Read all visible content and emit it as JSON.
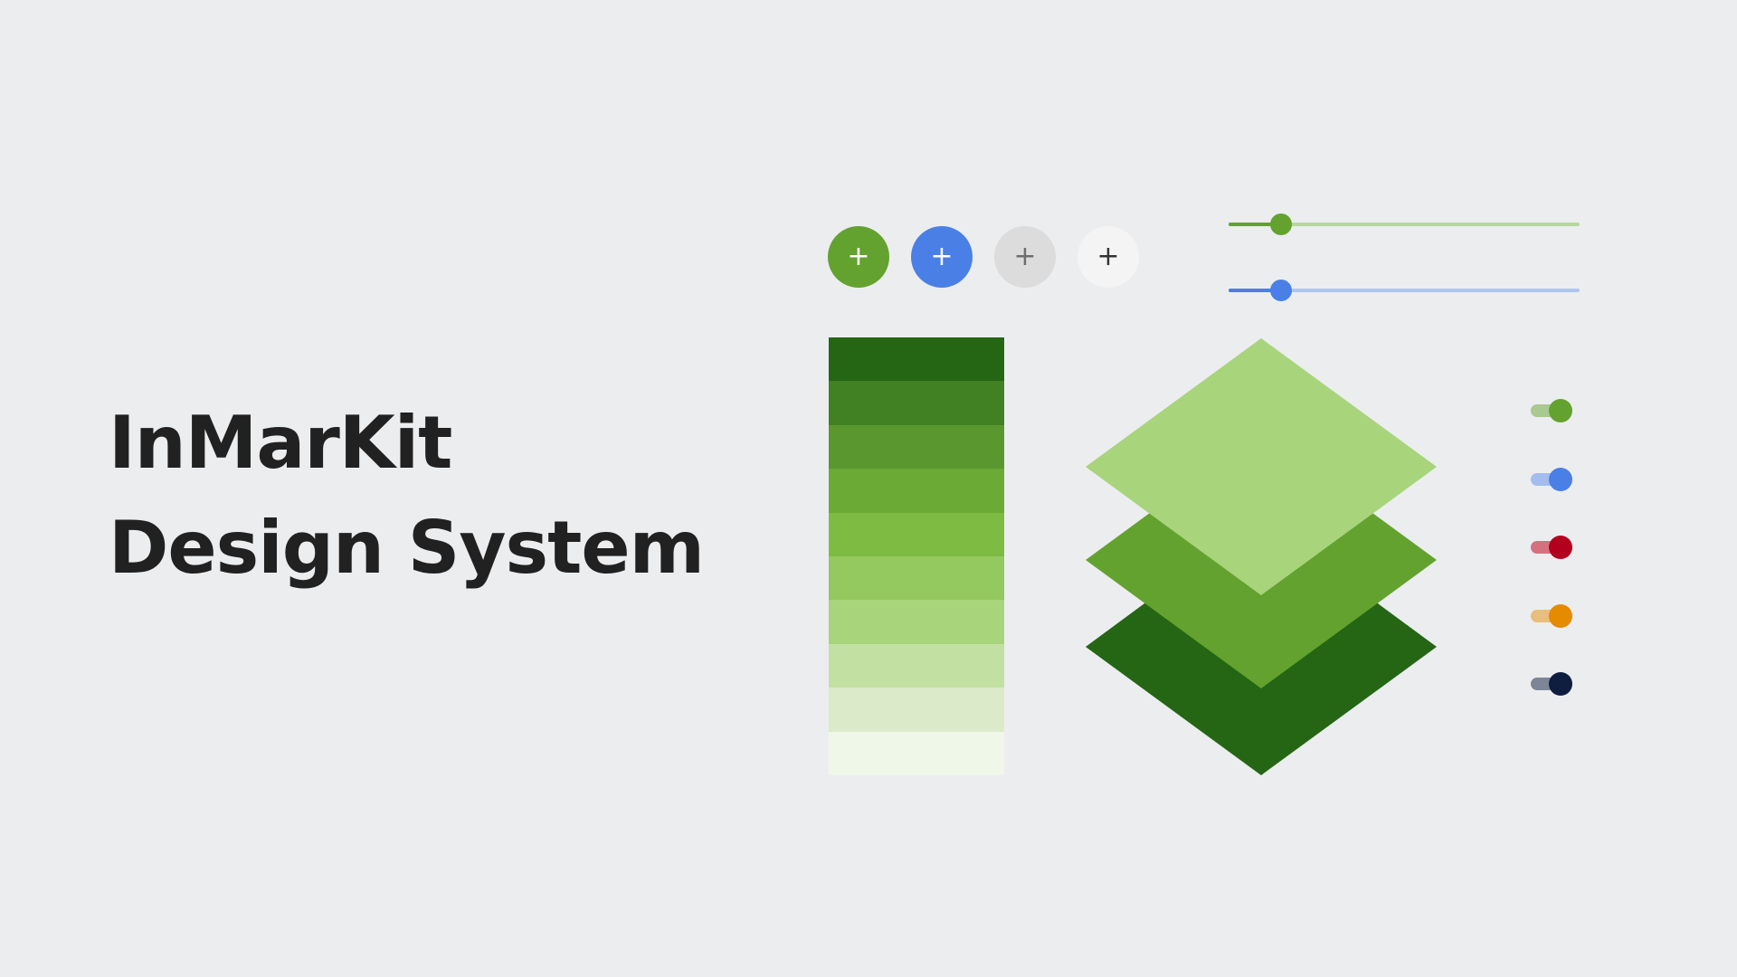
{
  "title": {
    "line1": "InMarKit",
    "line2": "Design System"
  },
  "fabs": [
    {
      "icon": "plus-icon",
      "glyph": "+",
      "bg": "#64a22f",
      "fg": "#ffffff"
    },
    {
      "icon": "plus-icon",
      "glyph": "+",
      "bg": "#4a7fe6",
      "fg": "#ffffff"
    },
    {
      "icon": "plus-icon",
      "glyph": "+",
      "bg": "#dcdcdc",
      "fg": "#6e6e6e"
    },
    {
      "icon": "plus-icon",
      "glyph": "+",
      "bg": "#f4f4f4",
      "fg": "#333333"
    }
  ],
  "sliders": [
    {
      "value": 0.15,
      "active": "#64a22f",
      "inactive": "#b8d6a0"
    },
    {
      "value": 0.15,
      "active": "#4a7fe6",
      "inactive": "#aec6ef"
    }
  ],
  "palette": [
    "#256614",
    "#428024",
    "#5a982f",
    "#6aaa35",
    "#7dbb42",
    "#93c95e",
    "#a8d47c",
    "#c3e0a3",
    "#dbeac9",
    "#eff7e8"
  ],
  "layers": [
    "#256614",
    "#64a22f",
    "#a8d47c"
  ],
  "toggles": [
    {
      "on": true,
      "knob": "#64a22f",
      "track": "#a8c98f"
    },
    {
      "on": true,
      "knob": "#4a7fe6",
      "track": "#a2bdee"
    },
    {
      "on": true,
      "knob": "#b3001e",
      "track": "#d6707f"
    },
    {
      "on": true,
      "knob": "#e68a00",
      "track": "#e9be7a"
    },
    {
      "on": true,
      "knob": "#0f1e3f",
      "track": "#7d8696"
    }
  ]
}
